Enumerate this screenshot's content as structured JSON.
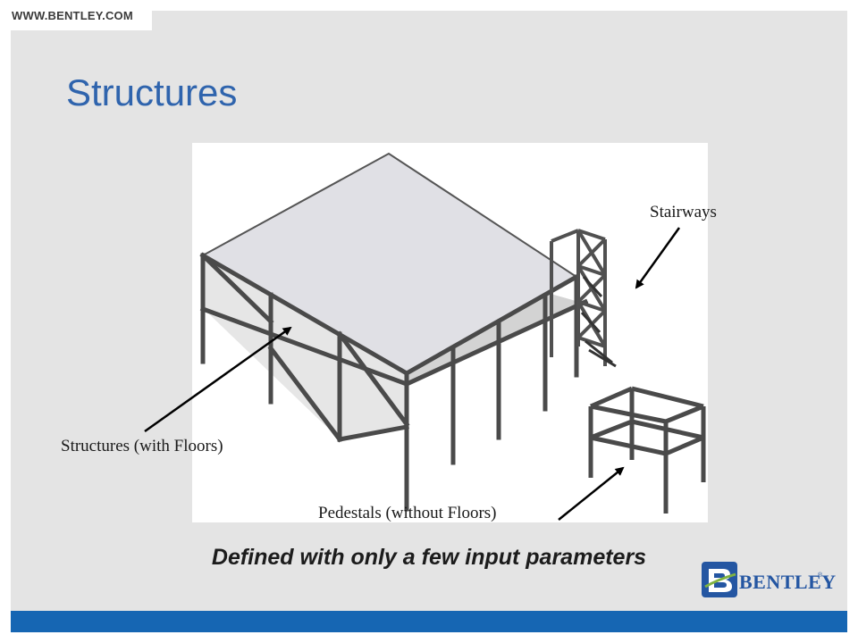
{
  "header": {
    "url": "WWW.BENTLEY.COM"
  },
  "slide": {
    "title": "Structures",
    "subtitle": "Defined with only a few input parameters"
  },
  "figure": {
    "callouts": {
      "stairways": "Stairways",
      "structures": "Structures (with Floors)",
      "pedestals": "Pedestals (without Floors)"
    }
  },
  "logo": {
    "wordmark": "BENTLEY",
    "registered": "®"
  },
  "colors": {
    "title": "#2f64ad",
    "footer_bar": "#1666b3",
    "slide_bg": "#e4e4e4",
    "steel": "#4a4a4a"
  }
}
